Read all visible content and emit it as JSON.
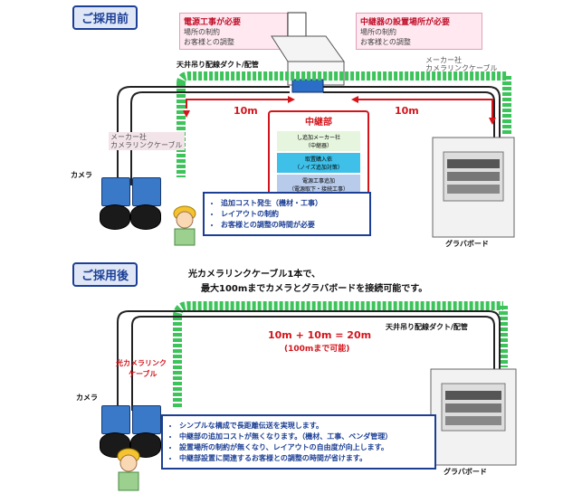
{
  "before": {
    "tag": "ご採用前",
    "power_note": {
      "title": "電源工事が必要",
      "line1": "場所の制約",
      "line2": "お客様との調整"
    },
    "relay_note": {
      "title": "中継器の設置場所が必要",
      "line1": "場所の制約",
      "line2": "お客様との調整"
    },
    "duct_label": "天井吊り配線ダクト/配管",
    "maker_cable_right": {
      "line1": "メーカー社",
      "line2": "カメラリンクケーブル"
    },
    "maker_cable_left": {
      "line1": "メーカー社",
      "line2": "カメラリンクケーブル"
    },
    "dist_left": "10m",
    "dist_right": "10m",
    "relay": {
      "title": "中継部",
      "box1": "し追加メーカー社\n（中継器）",
      "box2": "取置購入依\n（ノイズ追加対策）",
      "box3": "電源工事追加\n（電源取下・接続工事）"
    },
    "camera_label": "カメラ",
    "board_label": "グラバボード",
    "issues": [
      "追加コスト発生（機材・工事）",
      "レイアウトの制約",
      "お客様との調整の時間が必要"
    ]
  },
  "after": {
    "tag": "ご採用後",
    "headline1": "光カメラリンクケーブル1本で、",
    "headline2": "最大100mまでカメラとグラバボードを接続可能です。",
    "duct_label": "天井吊り配線ダクト/配管",
    "distance": "10m + 10m = 20m",
    "distance_note": "(100mまで可能)",
    "cable_label_1": "光カメラリンク",
    "cable_label_2": "ケーブル",
    "camera_label": "カメラ",
    "board_label": "グラバボード",
    "benefits": [
      "シンプルな構成で長距離伝送を実現します。",
      "中継部の追加コストが無くなります。（機材、工事、ベンダ管理）",
      "設置場所の制約が無くなり、レイアウトの自由度が向上します。",
      "中継部設置に関連するお客様との調整の時間が省けます。"
    ]
  },
  "colors": {
    "accent_blue": "#1c3f95",
    "alert_red": "#d3141b",
    "duct_green": "#3cc35a"
  }
}
